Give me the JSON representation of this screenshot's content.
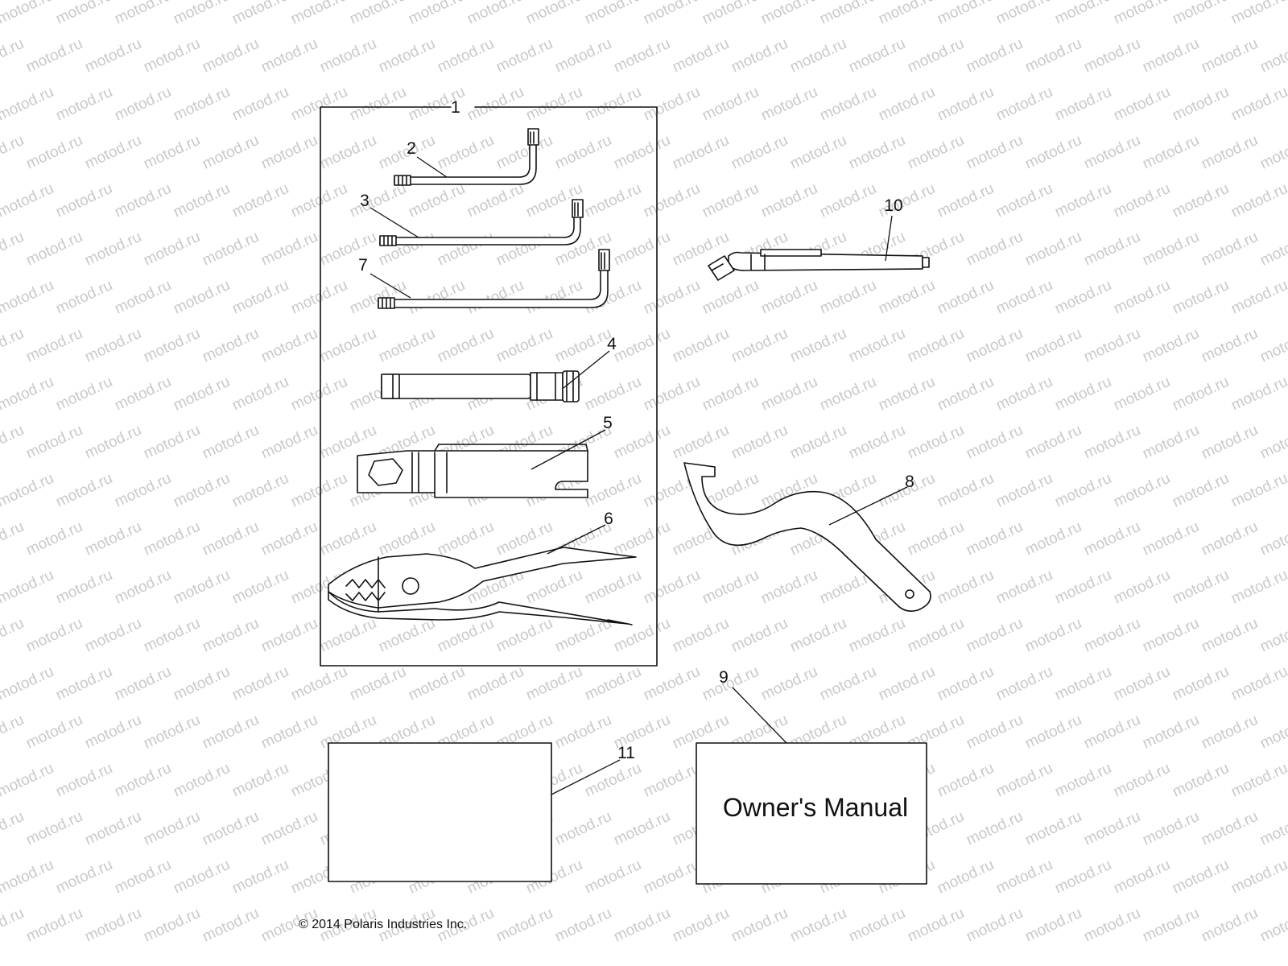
{
  "watermark": "motod.ru",
  "callouts": {
    "c1": "1",
    "c2": "2",
    "c3": "3",
    "c4": "4",
    "c5": "5",
    "c6": "6",
    "c7": "7",
    "c8": "8",
    "c9": "9",
    "c10": "10",
    "c11": "11"
  },
  "manual": {
    "title": "Owner's Manual"
  },
  "copyright": "© 2014 Polaris Industries Inc."
}
